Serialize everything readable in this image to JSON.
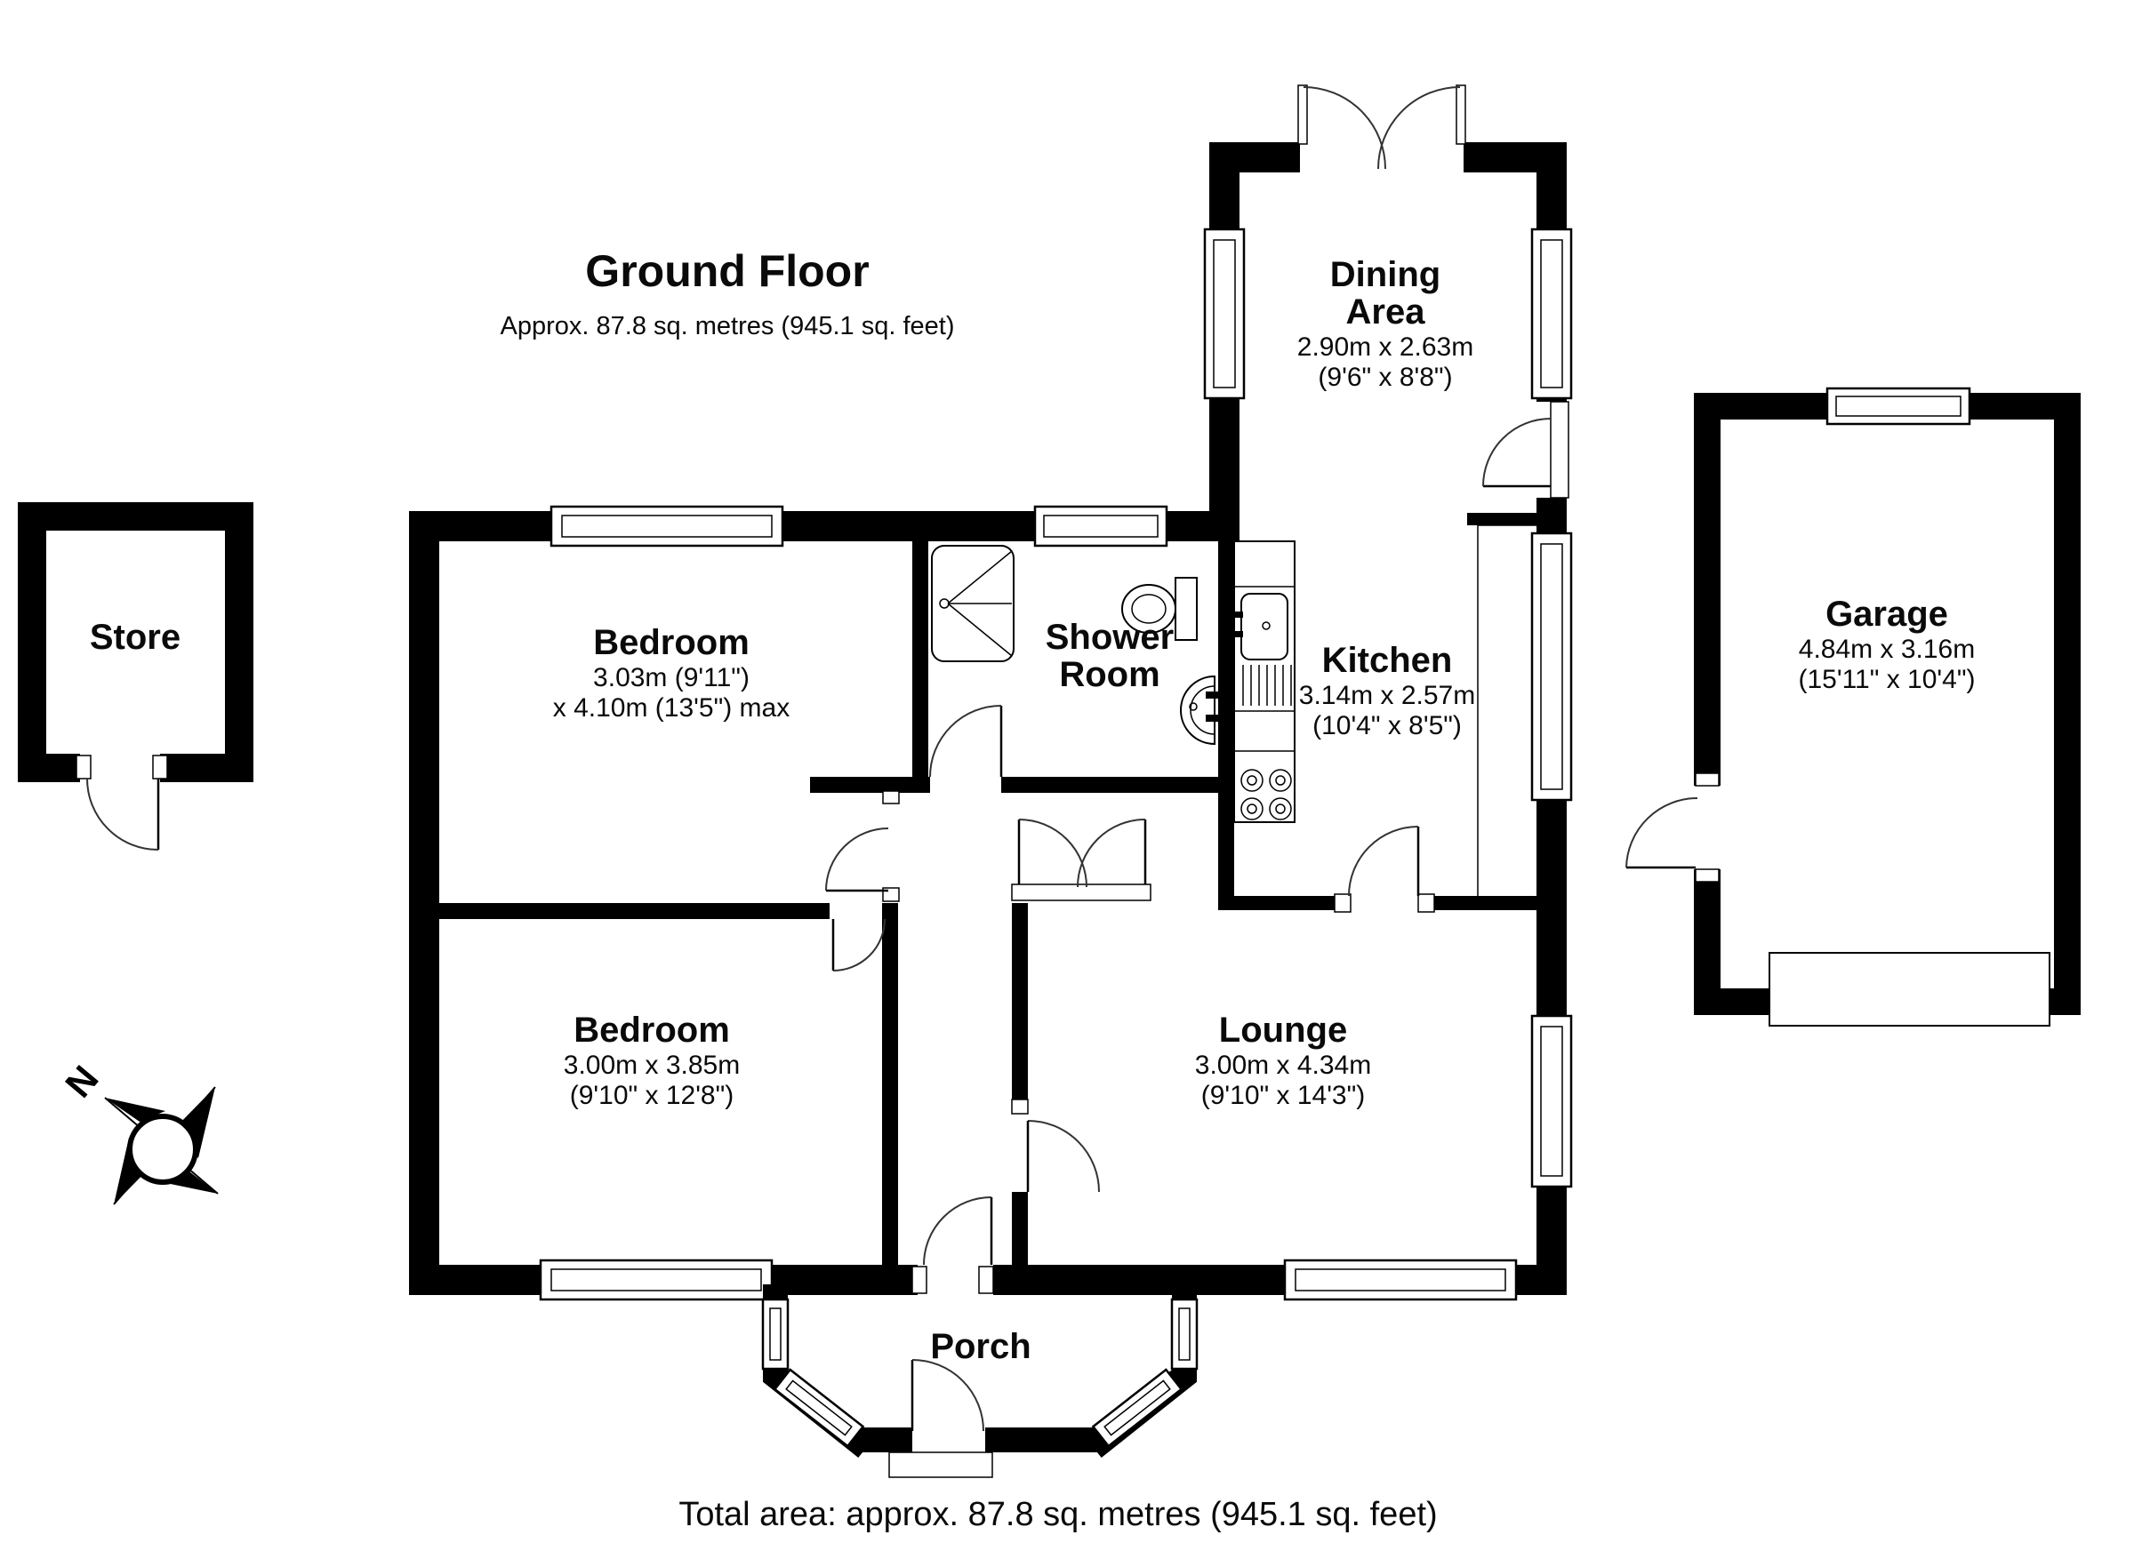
{
  "title": {
    "heading": "Ground Floor",
    "subtitle": "Approx. 87.8 sq. metres (945.1 sq. feet)"
  },
  "footer": {
    "total_area": "Total area: approx. 87.8 sq. metres (945.1 sq. feet)"
  },
  "compass": {
    "north_label": "N"
  },
  "rooms": {
    "store": {
      "name": "Store"
    },
    "dining": {
      "name_line1": "Dining",
      "name_line2": "Area",
      "dims_metric": "2.90m x 2.63m",
      "dims_imperial": "(9'6\" x 8'8\")"
    },
    "kitchen": {
      "name": "Kitchen",
      "dims_metric": "3.14m x 2.57m",
      "dims_imperial": "(10'4\" x 8'5\")"
    },
    "shower": {
      "name_line1": "Shower",
      "name_line2": "Room"
    },
    "bedroom_top": {
      "name": "Bedroom",
      "dims_metric": "3.03m (9'11\")",
      "dims_imperial": "x 4.10m (13'5\") max"
    },
    "bedroom_bottom": {
      "name": "Bedroom",
      "dims_metric": "3.00m x 3.85m",
      "dims_imperial": "(9'10\" x 12'8\")"
    },
    "lounge": {
      "name": "Lounge",
      "dims_metric": "3.00m x 4.34m",
      "dims_imperial": "(9'10\" x 14'3\")"
    },
    "garage": {
      "name": "Garage",
      "dims_metric": "4.84m x 3.16m",
      "dims_imperial": "(15'11\" x 10'4\")"
    },
    "porch": {
      "name": "Porch"
    }
  }
}
